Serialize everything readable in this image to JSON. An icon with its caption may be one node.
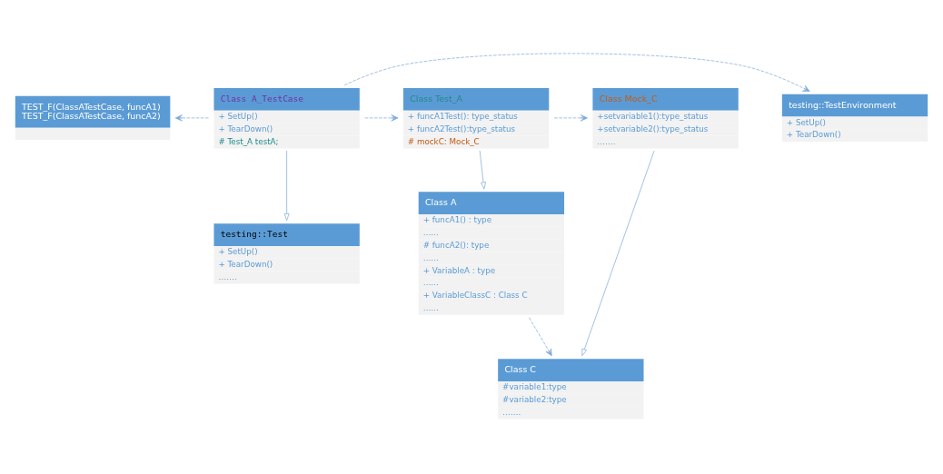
{
  "diagram": {
    "nodes": [
      {
        "text": [
          "TEST_F(ClassATestCase, funcA1)",
          "TEST_F(ClassATestCase, funcA2)"
        ]
      },
      {
        "text": [
          "testing::TestEnvironment",
          "+ SetUp()",
          "+ TearDown()"
        ]
      },
      {
        "text": [
          "Class A_TestCase",
          "+ SetUp()",
          "+ TearDown()",
          "# Test_A testA;"
        ]
      },
      {
        "text": [
          "Class Test_A",
          "+ funcA1Test(): type_status",
          "+ funcA2Test():type_status",
          "# mockC: Mock_C"
        ]
      },
      {
        "text": [
          "Class Mock_C",
          "+setvariable1():type_status",
          "+setvariable2():type_status",
          "……."
        ]
      },
      {
        "text": [
          "testing::Test",
          "+ SetUp()",
          "+ TearDown()",
          "……."
        ]
      },
      {
        "text": [
          "Class A",
          "+ funcA1() : type",
          "……",
          "# funcA2(): type",
          "……",
          "+ VariableA : type",
          "……",
          "+ VariableClassC : Class C",
          "……"
        ]
      },
      {
        "text": [
          "Class C",
          "#variable1:type",
          "#variable2:type",
          "……."
        ]
      }
    ],
    "edges": [
      {
        "from": 2,
        "to": 0,
        "arrow": "to",
        "style": "dashed"
      },
      {
        "from": 2,
        "to": 1,
        "arrow": "to",
        "style": "dashed"
      },
      {
        "from": 2,
        "to": 3,
        "arrow": "to",
        "style": "dashed"
      },
      {
        "from": 3,
        "to": 4,
        "arrow": "to",
        "style": "dashed"
      },
      {
        "from": 2,
        "to": 5,
        "arrow": "to"
      },
      {
        "from": 3,
        "to": 6,
        "arrow": "to"
      },
      {
        "from": 4,
        "to": 7,
        "arrow": "to"
      },
      {
        "from": 6,
        "to": 7,
        "arrow": "to",
        "style": "dashed"
      }
    ]
  }
}
